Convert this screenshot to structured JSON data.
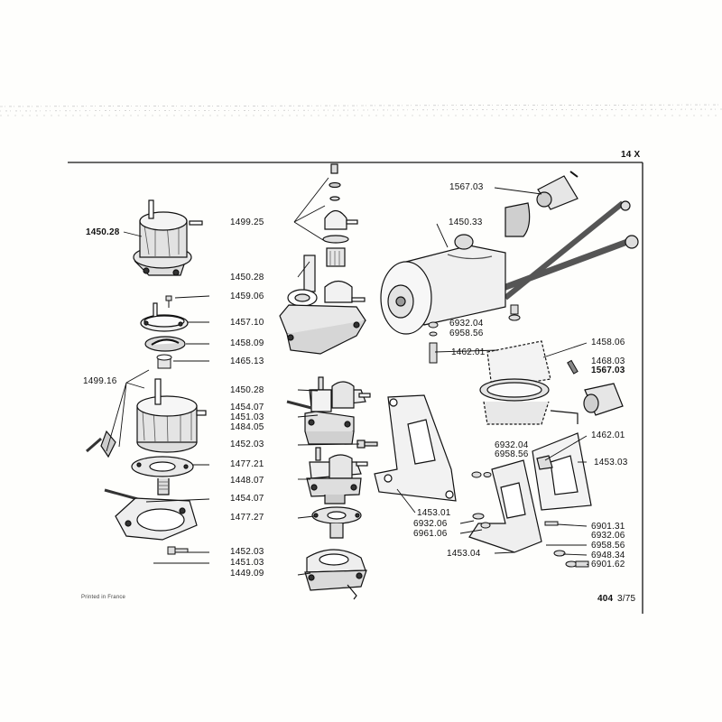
{
  "sheet": {
    "page_label": "14 X",
    "footer_number": "404",
    "footer_ref": "3/75",
    "imprint": "Printed in France"
  },
  "callouts": [
    "1450.28",
    "1459.06",
    "1457.10",
    "1458.09",
    "1465.13",
    "1499.16",
    "1499.25",
    "1450.28",
    "1450.28",
    "1454.07",
    "1451.03",
    "1484.05",
    "1452.03",
    "1477.21",
    "1448.07",
    "1454.07",
    "1477.27",
    "1452.03",
    "1451.03",
    "1449.09",
    "1567.03",
    "1450.33",
    "6932.04",
    "6958.56",
    "1462.01",
    "1458.06",
    "1468.03",
    "1567.03",
    "1462.01",
    "6932.04",
    "6958.56",
    "1453.03",
    "1453.01",
    "6932.06",
    "6961.06",
    "6901.31",
    "6932.06",
    "6958.56",
    "1453.04",
    "6948.34",
    "6901.62"
  ]
}
